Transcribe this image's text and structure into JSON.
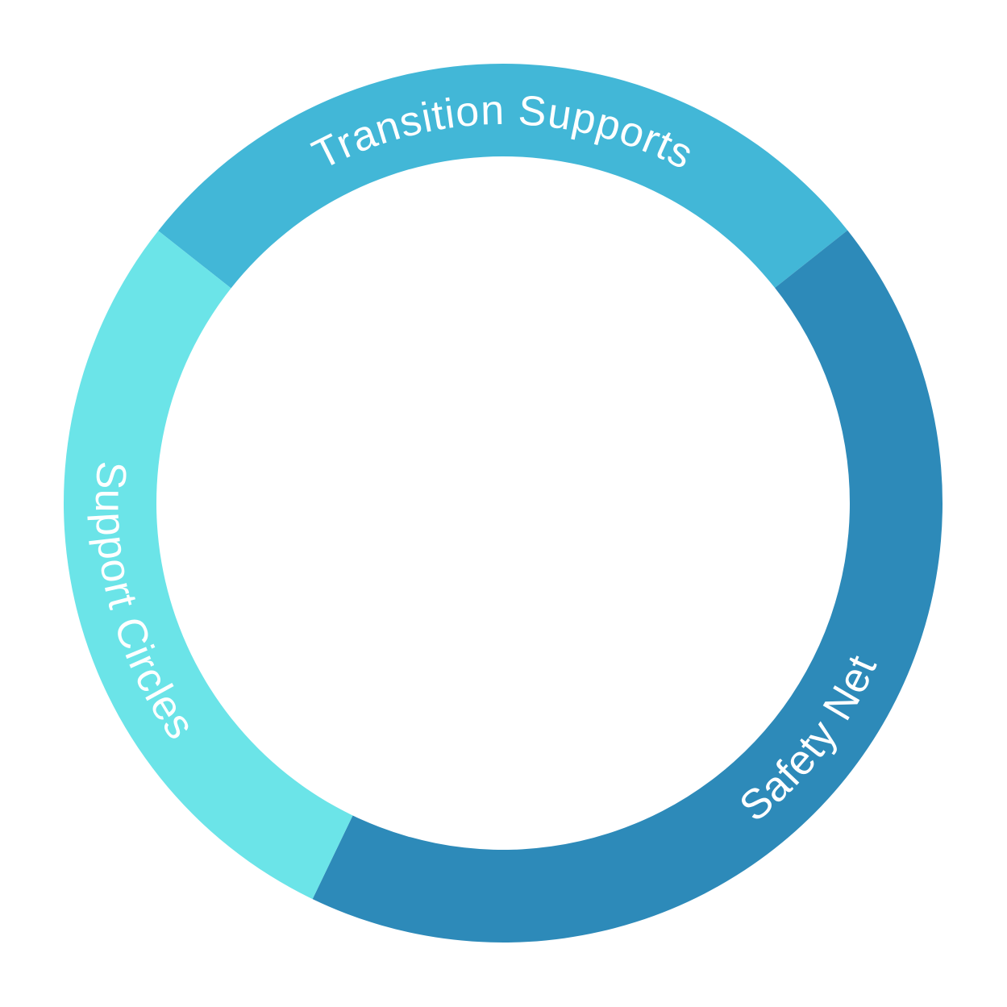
{
  "diagram": {
    "type": "ring",
    "segments": [
      {
        "label": "Transition Supports",
        "color": "#42B7D7",
        "share_percent": 28.7
      },
      {
        "label": "Safety Net",
        "color": "#2D8AB9",
        "share_percent": 42.8
      },
      {
        "label": "Support Circles",
        "color": "#6BE4E8",
        "share_percent": 28.5
      }
    ]
  }
}
